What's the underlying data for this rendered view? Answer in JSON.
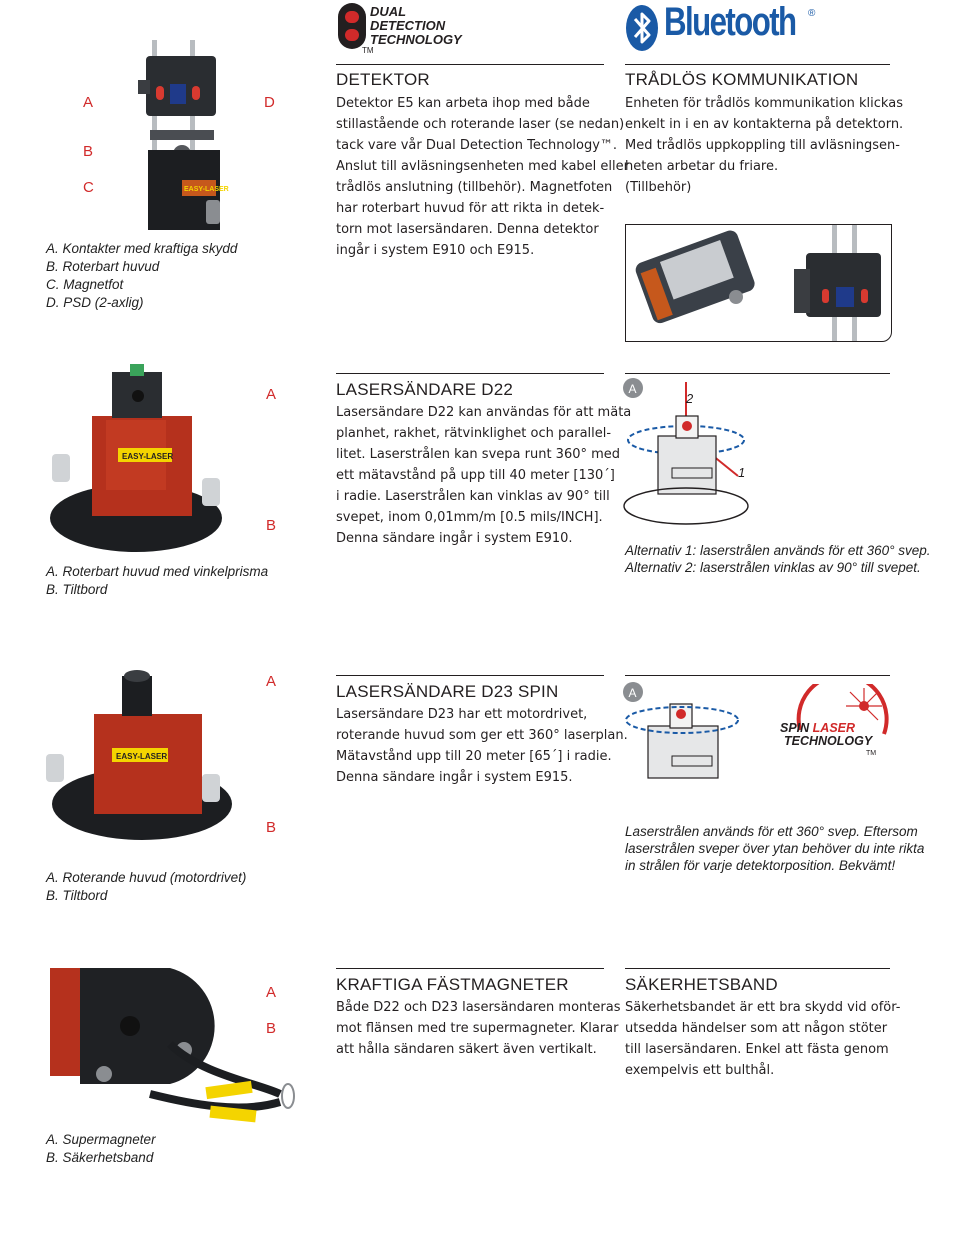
{
  "brand": {
    "ddt": {
      "line1": "DUAL",
      "line2": "DETECTION",
      "line3": "TECHNOLOGY",
      "tm": "TM"
    },
    "bluetooth": {
      "word": "Bluetooth",
      "reg": "®",
      "color": "#1a5aa6"
    },
    "spin": {
      "word1": "SPIN",
      "word2": "LASER",
      "word3": "TECHNOLOGY",
      "tm": "TM"
    },
    "easylaser": "EASY-LASER",
    "accent_red": "#d12a2a"
  },
  "s1": {
    "letters": {
      "a": "A",
      "b": "B",
      "c": "C",
      "d": "D"
    },
    "caption": [
      "A. Kontakter med kraftiga skydd",
      "B. Roterbart huvud",
      "C. Magnetfot",
      "D. PSD (2-axlig)"
    ],
    "title": "DETEKTOR",
    "body": [
      "Detektor E5 kan arbeta ihop med både",
      "stillastående och roterande laser (se nedan)",
      "tack vare vår Dual Detection Technology™.",
      "Anslut till avläsningsenheten med kabel eller",
      "trådlös anslutning (tillbehör). Magnetfoten",
      "har roterbart huvud för att rikta in detek-",
      "torn mot lasersändaren. Denna detektor",
      "ingår i system E910 och E915."
    ],
    "bt_title": "TRÅDLÖS KOMMUNIKATION",
    "bt_body": [
      "Enheten för trådlös kommunikation klickas",
      "enkelt in i en av kontakterna på detektorn.",
      "Med trådlös uppkoppling till avläsningsen-",
      "heten arbetar du friare.",
      "(Tillbehör)"
    ]
  },
  "s2": {
    "letters": {
      "a": "A",
      "b": "B"
    },
    "caption": [
      "A. Roterbart huvud med vinkelprisma",
      "B. Tiltbord"
    ],
    "title": "LASERSÄNDARE D22",
    "body": [
      "Lasersändare D22 kan användas för att mäta",
      "planhet, rakhet, rätvinklighet och parallel-",
      "litet. Laserstrålen kan svepa runt 360° med",
      "ett mätavstånd på upp till 40 meter [130´]",
      "i radie. Laserstrålen kan vinklas av 90° till",
      "svepet, inom 0,01mm/m [0.5 mils/INCH].",
      "Denna sändare ingår i system E910."
    ],
    "diagram": {
      "a": "A",
      "n1": "1",
      "n2": "2"
    },
    "note": [
      "Alternativ 1: laserstrålen används för ett 360° svep.",
      "Alternativ 2: laserstrålen vinklas av 90° till svepet."
    ]
  },
  "s3": {
    "letters": {
      "a": "A",
      "b": "B"
    },
    "caption": [
      "A. Roterande huvud (motordrivet)",
      "B. Tiltbord"
    ],
    "title": "LASERSÄNDARE D23 SPIN",
    "body": [
      "Lasersändare D23 har ett motordrivet,",
      "roterande huvud som ger ett 360° laserplan.",
      "Mätavstånd upp till 20 meter [65´] i radie.",
      "Denna sändare ingår i system E915."
    ],
    "diagram": {
      "a": "A"
    },
    "note": [
      "Laserstrålen används för ett 360° svep. Eftersom",
      "laserstrålen sveper över ytan behöver du inte rikta",
      "in strålen för varje detektorposition. Bekvämt!"
    ]
  },
  "s4": {
    "letters": {
      "a": "A",
      "b": "B"
    },
    "caption": [
      "A. Supermagneter",
      "B. Säkerhetsband"
    ],
    "title": "KRAFTIGA FÄSTMAGNETER",
    "body": [
      "Både D22 och D23 lasersändaren monteras",
      "mot flänsen med tre supermagneter. Klarar",
      "att hålla sändaren säkert även vertikalt."
    ],
    "title2": "SÄKERHETSBAND",
    "body2": [
      "Säkerhetsbandet är ett bra skydd vid oför-",
      "utsedda händelser som att någon stöter",
      "till lasersändaren. Enkel att fästa genom",
      "exempelvis ett bulthål."
    ]
  }
}
